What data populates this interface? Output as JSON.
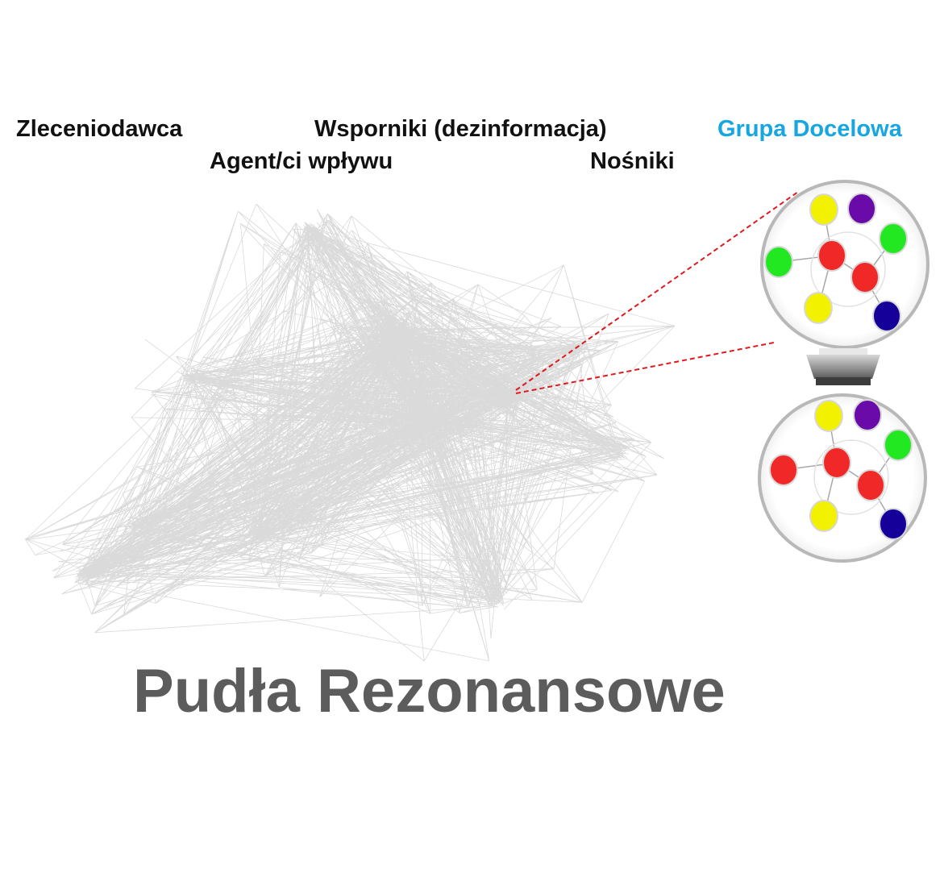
{
  "labels": {
    "principal": "Zleceniodawca",
    "supports": "Wsporniki (dezinformacja)",
    "target_group": "Grupa Docelowa",
    "agents": "Agent/ci wpływu",
    "carriers": "Nośniki"
  },
  "title": "Pudła Rezonansowe",
  "colors": {
    "target_group_label": "#17a6df",
    "title": "#5c5c5c",
    "edges": "#1a1a1a",
    "zoom_lines": "#e0191c",
    "node_red": "#f02828",
    "node_yellow": "#f2f200",
    "node_green": "#22e822",
    "node_purple": "#6a0aa8",
    "node_navy": "#15009a"
  },
  "zoom_top": {
    "nodes": [
      {
        "id": "y1",
        "color": "yellow"
      },
      {
        "id": "p1",
        "color": "purple"
      },
      {
        "id": "g1",
        "color": "green"
      },
      {
        "id": "g2",
        "color": "green"
      },
      {
        "id": "r1",
        "color": "red"
      },
      {
        "id": "r2",
        "color": "red"
      },
      {
        "id": "y2",
        "color": "yellow"
      },
      {
        "id": "n1",
        "color": "navy"
      }
    ]
  },
  "zoom_bottom": {
    "nodes": [
      {
        "id": "y1",
        "color": "yellow"
      },
      {
        "id": "p1",
        "color": "purple"
      },
      {
        "id": "g1",
        "color": "green"
      },
      {
        "id": "r0",
        "color": "red"
      },
      {
        "id": "r1",
        "color": "red"
      },
      {
        "id": "r2",
        "color": "red"
      },
      {
        "id": "y2",
        "color": "yellow"
      },
      {
        "id": "n1",
        "color": "navy"
      }
    ]
  }
}
